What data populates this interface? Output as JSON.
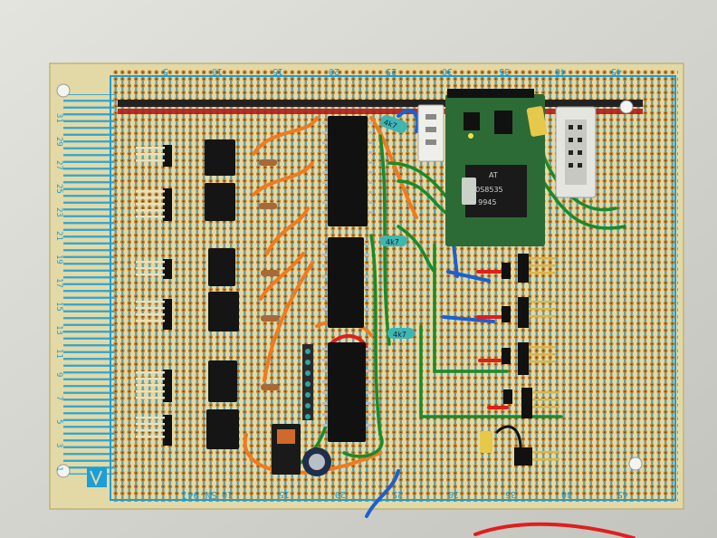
{
  "board": {
    "top_scale": [
      "5",
      "10",
      "15",
      "20",
      "25",
      "30",
      "35",
      "40",
      "45"
    ],
    "bottom_scale": [
      "10",
      "15",
      "20",
      "25",
      "30",
      "35",
      "40",
      "45"
    ],
    "left_scale": [
      "31",
      "29",
      "27",
      "25",
      "23",
      "21",
      "19",
      "17",
      "15",
      "13",
      "11",
      "9",
      "7",
      "5",
      "3",
      "1"
    ],
    "code": "SN-941"
  },
  "components": {
    "mcu_module": {
      "chip_text": [
        "AT",
        "90S8535",
        "C 9945"
      ]
    },
    "resistor_markings": [
      "4k7",
      "4k7",
      "4k7"
    ]
  },
  "colors": {
    "pcb": "#e3d9a6",
    "pad": "#c9852d",
    "trace": "#1b9fd8",
    "wire_green": "#1a8a2a",
    "wire_orange": "#f07a1f",
    "wire_blue": "#1d5fd0",
    "wire_red": "#e01e1e",
    "module": "#2c6b35"
  }
}
